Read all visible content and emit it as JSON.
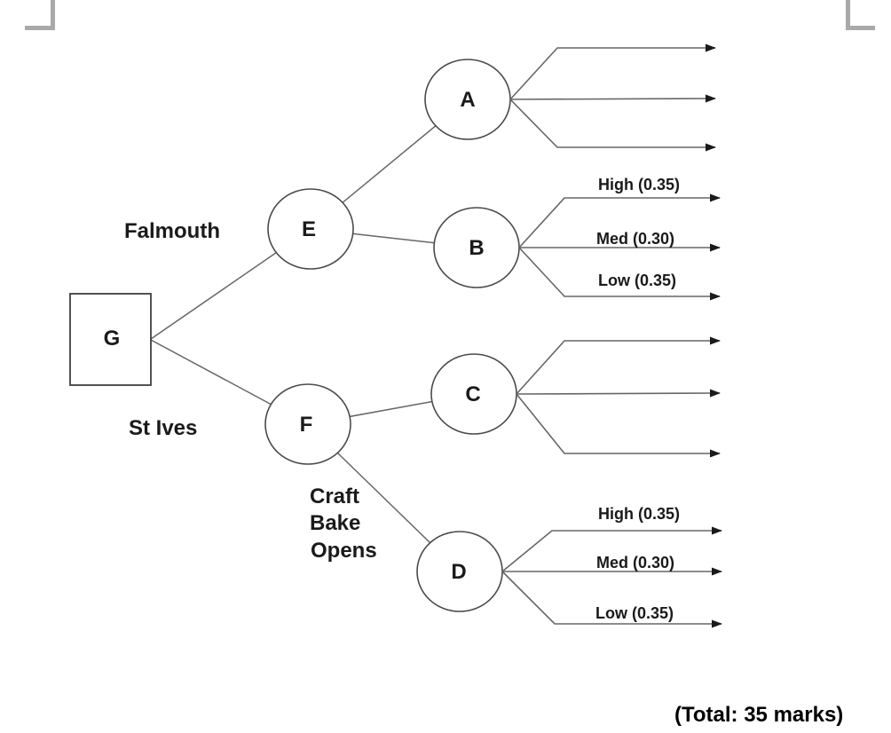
{
  "diagram": {
    "nodes": {
      "g": "G",
      "e": "E",
      "f": "F",
      "a": "A",
      "b": "B",
      "c": "C",
      "d": "D"
    },
    "branches": {
      "falmouth": "Falmouth",
      "st_ives": "St Ives",
      "craft_bake": [
        "Craft",
        "Bake",
        "Opens"
      ]
    },
    "outcomes_b": [
      "High (0.35)",
      "Med (0.30)",
      "Low (0.35)"
    ],
    "outcomes_d": [
      "High (0.35)",
      "Med (0.30)",
      "Low (0.35)"
    ],
    "colors": {
      "line": "#666666",
      "arrowhead": "#1a1a1a",
      "node_stroke": "#4a4a4a",
      "text": "#1a1a1a",
      "corner_mark": "#a9a9a9"
    }
  },
  "footer": {
    "total_marks": "(Total: 35 marks)"
  }
}
